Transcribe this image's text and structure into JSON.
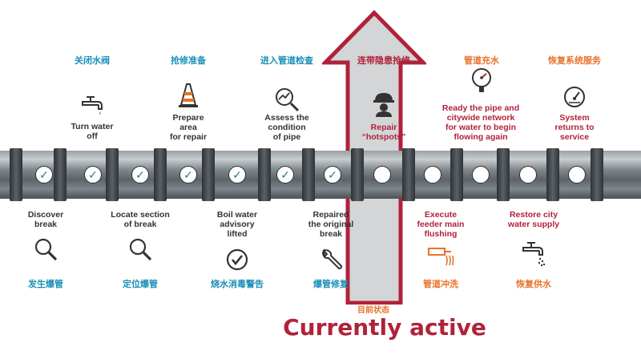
{
  "top_labels_zh": [
    "关闭水阀",
    "抢修准备",
    "进入管道检查",
    "连带隐患抢修",
    "管道充水",
    "恢复系统服务"
  ],
  "top_labels_en": [
    "Turn water\noff",
    "Prepare\narea\nfor repair",
    "Assess the\ncondition\nof pipe",
    "Repair\n“hotspots”",
    "Ready the pipe and\ncitywide network\nfor water to begin\nflowing again",
    "System\nreturns to\nservice"
  ],
  "bottom_labels_en": [
    "Discover\nbreak",
    "Locate section\nof break",
    "Boil water\nadvisory\nlifted",
    "Repaired\nthe original\nbreak",
    "Execute\nfeeder main\nflushing",
    "Restore city\nwater supply"
  ],
  "bottom_labels_zh": [
    "发生爆管",
    "定位爆管",
    "烧水消毒警告",
    "爆管修复",
    "管道冲洗",
    "恢复供水"
  ],
  "nodes": [
    {
      "status": "done"
    },
    {
      "status": "done"
    },
    {
      "status": "done"
    },
    {
      "status": "done"
    },
    {
      "status": "done"
    },
    {
      "status": "done"
    },
    {
      "status": "done"
    },
    {
      "status": "pending"
    },
    {
      "status": "pending"
    },
    {
      "status": "pending"
    },
    {
      "status": "pending"
    },
    {
      "status": "pending"
    }
  ],
  "current_status_zh": "目前状态",
  "current_label": "Currently active",
  "check_symbol": "✓",
  "colors": {
    "teal": "#1a8fb8",
    "orange": "#e8732a",
    "red": "#b0223a",
    "check": "#1e7f6a",
    "arrow_fill": "#d3d5d7"
  }
}
